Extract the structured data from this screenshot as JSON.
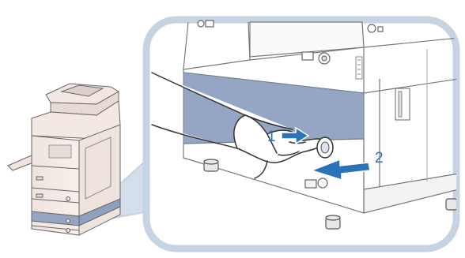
{
  "illustration": {
    "steps": [
      {
        "number": "1",
        "action": "push-button"
      },
      {
        "number": "2",
        "action": "pull-drawer"
      }
    ],
    "colors": {
      "callout_frame": "#c6d3e2",
      "drawer_highlight": "#95a6c4",
      "step_arrow": "#2a73b8",
      "machine_body": "#f3e9e4",
      "machine_outline": "#555555"
    }
  }
}
